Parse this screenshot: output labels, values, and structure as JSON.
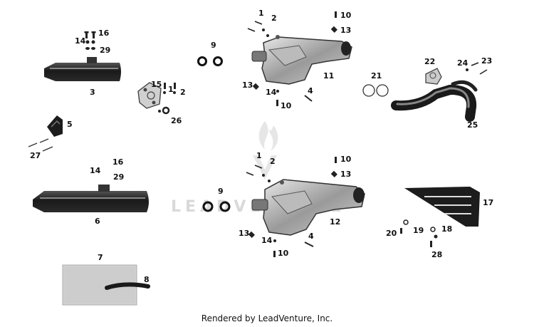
{
  "diagram": {
    "watermark_text": "LEADVENTURE",
    "footer": "Rendered by LeadVenture, Inc.",
    "colors": {
      "ink": "#111111",
      "part_dark": "#1c1c1c",
      "part_mid": "#8a8a8a",
      "part_light": "#d6d6d6",
      "watermark": "#d9d9d9"
    },
    "callouts": {
      "c1a": "1",
      "c2a": "2",
      "c10a": "10",
      "c13a": "13",
      "c9a": "9",
      "c11": "11",
      "c13b": "13",
      "c14a": "14",
      "c10b": "10",
      "c4a": "4",
      "c16a": "16",
      "c14b": "14",
      "c29a": "29",
      "c3": "3",
      "c15": "15",
      "c1b": "1",
      "c2b": "2",
      "c26": "26",
      "c21": "21",
      "c22": "22",
      "c24": "24",
      "c23": "23",
      "c25": "25",
      "c5": "5",
      "c27": "27",
      "c16b": "16",
      "c14c": "14",
      "c29b": "29",
      "c6": "6",
      "c1c": "1",
      "c2c": "2",
      "c10c": "10",
      "c13c": "13",
      "c9b": "9",
      "c12": "12",
      "c13d": "13",
      "c14d": "14",
      "c10d": "10",
      "c4b": "4",
      "c17": "17",
      "c20": "20",
      "c19": "19",
      "c18": "18",
      "c28": "28",
      "c7": "7",
      "c8": "8"
    }
  }
}
